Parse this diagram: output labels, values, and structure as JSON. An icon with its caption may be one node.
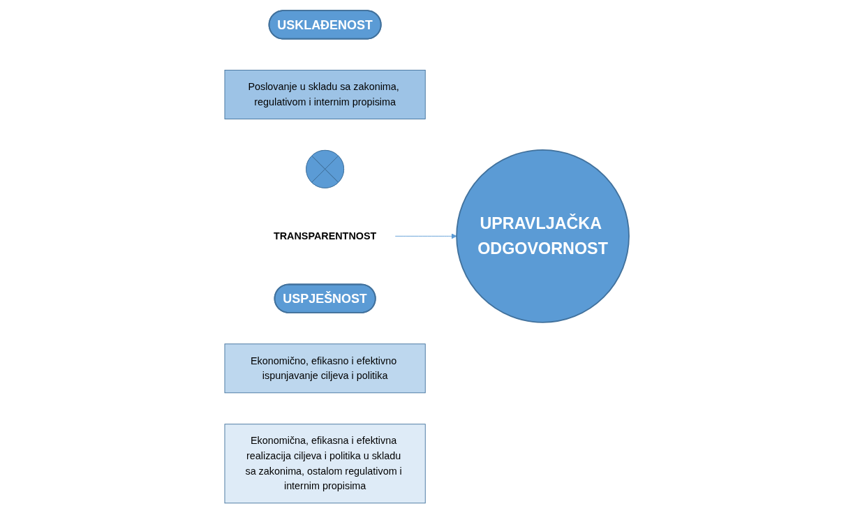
{
  "diagram": {
    "nodes": [
      {
        "text": [
          "USKLAĐENOST"
        ]
      },
      {
        "text": [
          "Poslovanje u skladu sa zakonima, regulativom i internim propisima"
        ]
      },
      {
        "text": [],
        "shape": "cross"
      },
      {
        "text": [
          "TRANSPARENTNOST"
        ]
      },
      {
        "text": [
          "USPJEŠNOST"
        ]
      },
      {
        "text": [
          "Ekonomično, efikasno i efektivno ispunjavanje ciljeva i politika"
        ]
      },
      {
        "text": [
          "UPRAVLJAČKA ODGOVORNOST"
        ]
      },
      {
        "text": [
          "Ekonomična, efikasna i efektivna realizacija ciljeva i politika u skladu sa zakonima, ostalom regulativom i internim propisima"
        ]
      }
    ],
    "edges": [
      {
        "from": 3,
        "to": 6,
        "arrow": "to"
      }
    ]
  }
}
